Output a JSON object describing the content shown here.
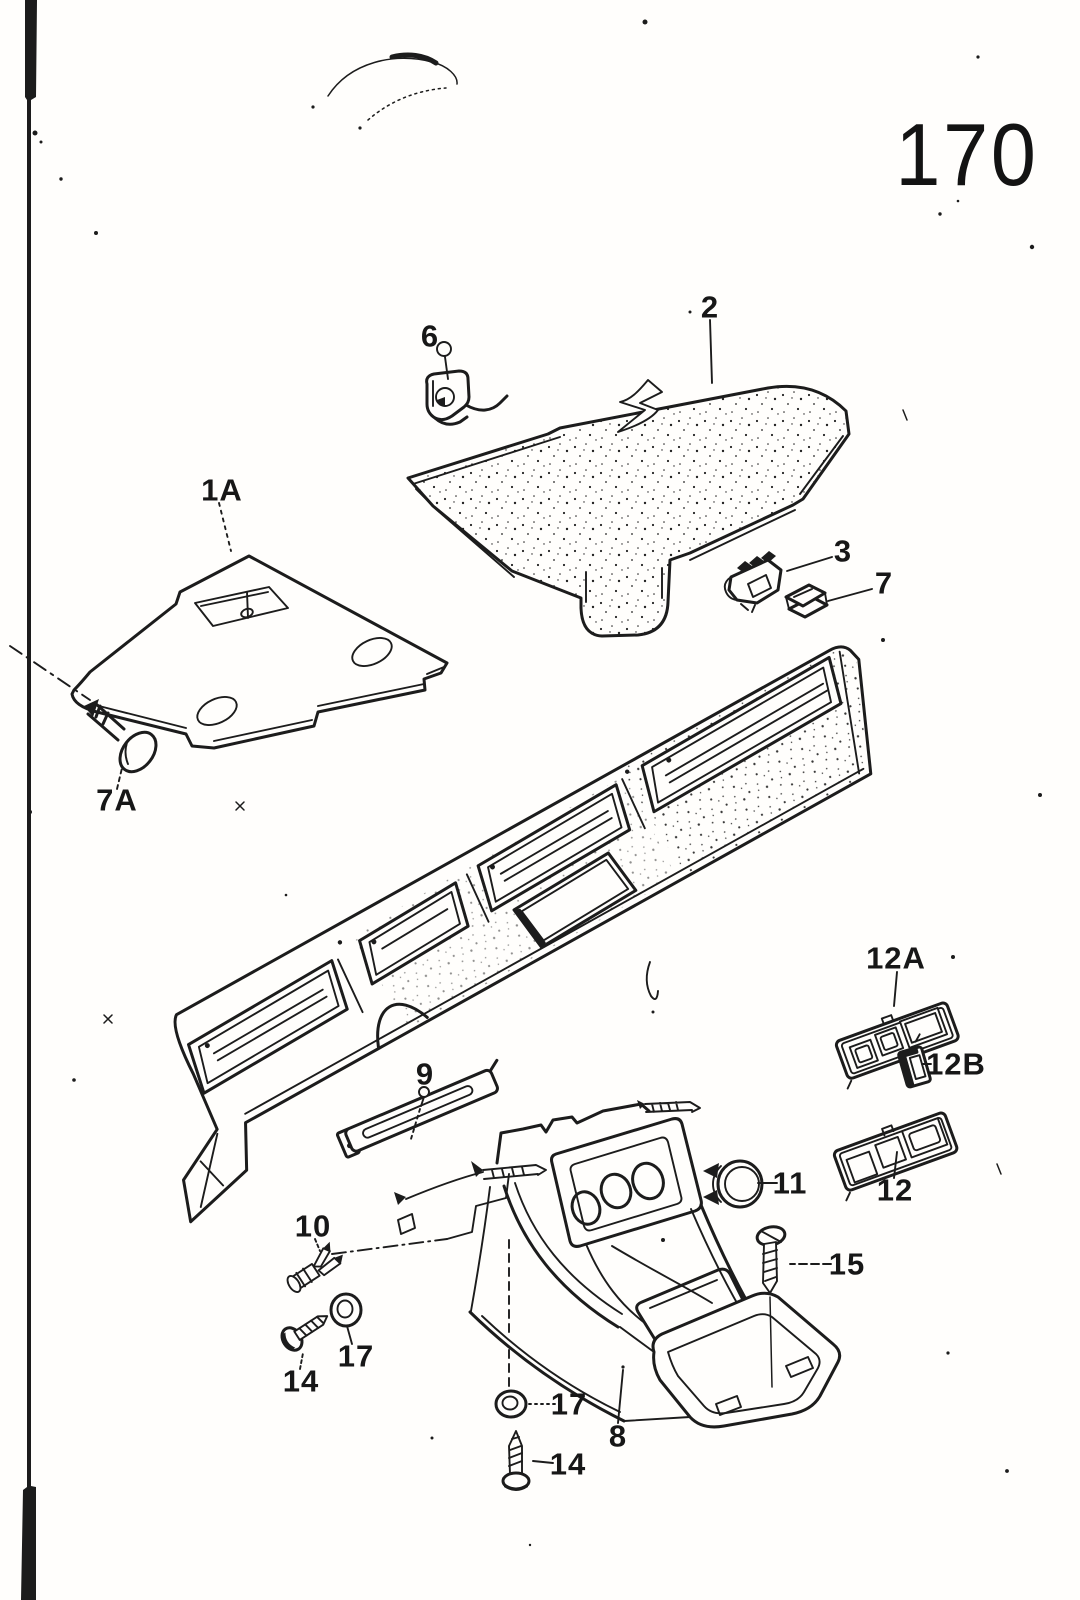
{
  "page": {
    "number": "170"
  },
  "colors": {
    "paper": "#ffffff",
    "ink": "#1c1c1c"
  },
  "callouts": {
    "c1a": {
      "label": "1A"
    },
    "c2": {
      "label": "2"
    },
    "c3": {
      "label": "3"
    },
    "c6": {
      "label": "6"
    },
    "c7": {
      "label": "7"
    },
    "c7a": {
      "label": "7A"
    },
    "c8": {
      "label": "8"
    },
    "c9": {
      "label": "9"
    },
    "c10": {
      "label": "10"
    },
    "c11": {
      "label": "11"
    },
    "c12": {
      "label": "12"
    },
    "c12a": {
      "label": "12A"
    },
    "c12b": {
      "label": "12B"
    },
    "c14_left": {
      "label": "14"
    },
    "c14_bottom": {
      "label": "14"
    },
    "c15": {
      "label": "15"
    },
    "c17_left": {
      "label": "17"
    },
    "c17_bottom": {
      "label": "17"
    }
  }
}
